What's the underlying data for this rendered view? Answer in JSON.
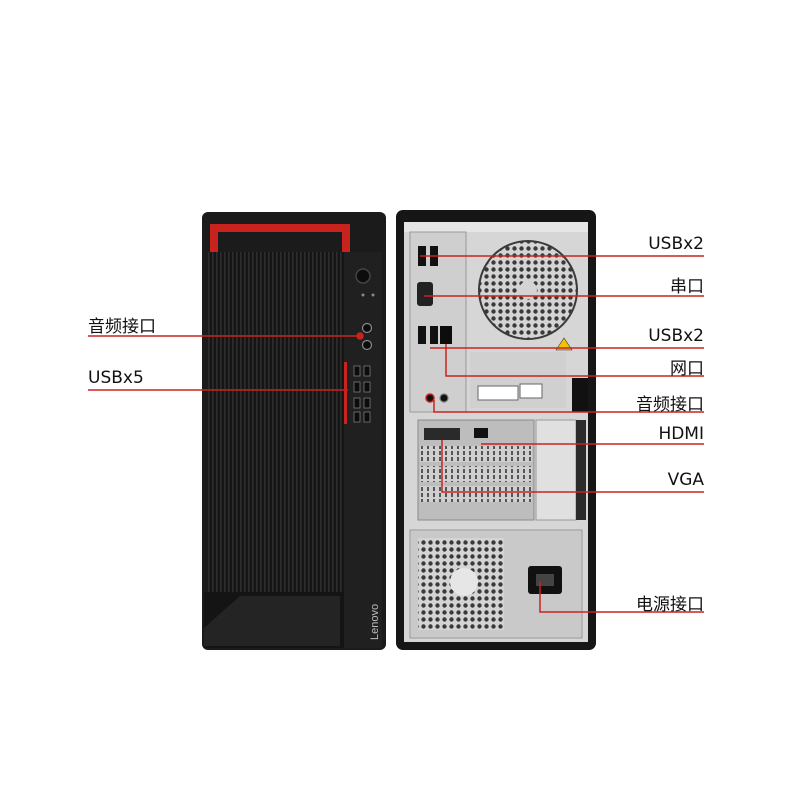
{
  "product": {
    "brand_text": "Lenovo"
  },
  "front_labels": [
    {
      "text": "音频接口"
    },
    {
      "text": "USBx5"
    }
  ],
  "rear_labels": [
    {
      "text": "USBx2"
    },
    {
      "text": "串口"
    },
    {
      "text": "USBx2"
    },
    {
      "text": "网口"
    },
    {
      "text": "音频接口"
    },
    {
      "text": "HDMI"
    },
    {
      "text": "VGA"
    },
    {
      "text": "电源接口"
    }
  ],
  "colors": {
    "accent_red": "#c8231e",
    "case_black": "#1a1a1a",
    "chassis_gray": "#d6d6d6"
  }
}
